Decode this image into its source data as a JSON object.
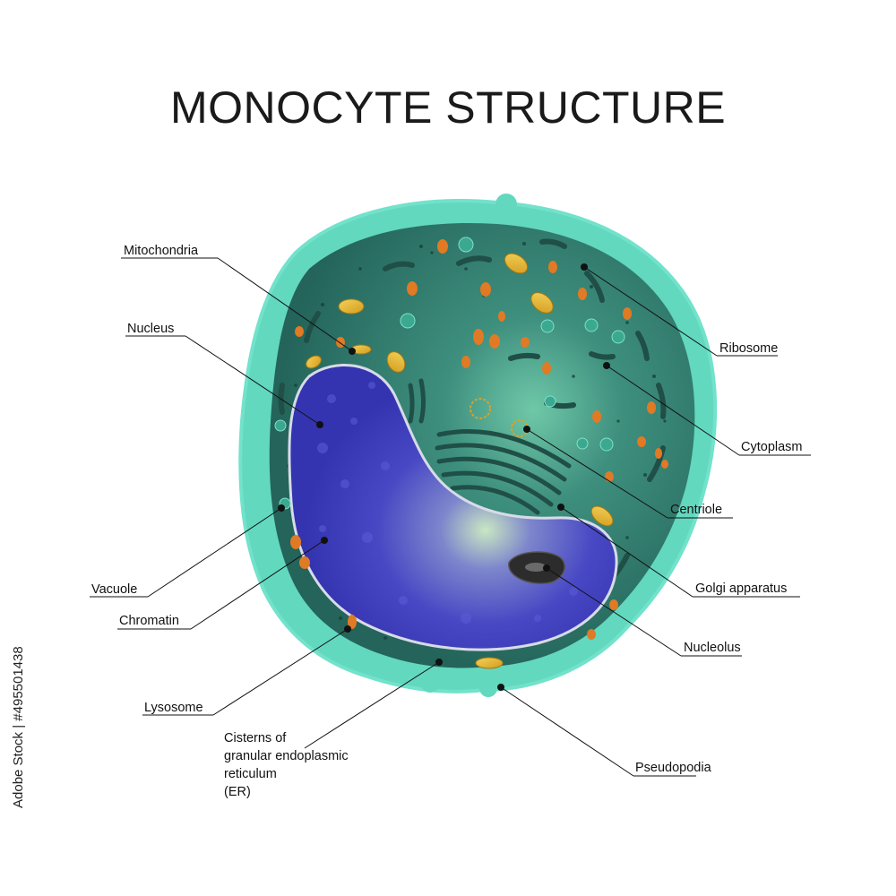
{
  "title": "MONOCYTE STRUCTURE",
  "labels": {
    "mitochondria": "Mitochondria",
    "nucleus": "Nucleus",
    "ribosome": "Ribosome",
    "cytoplasm": "Cytoplasm",
    "centriole": "Centriole",
    "golgi": "Golgi apparatus",
    "vacuole": "Vacuole",
    "chromatin": "Chromatin",
    "nucleolus": "Nucleolus",
    "lysosome": "Lysosome",
    "er_line1": "Cisterns of",
    "er_line2": "granular endoplasmic",
    "er_line3": "reticulum",
    "er_line4": "(ER)",
    "pseudopodia": "Pseudopodia"
  },
  "stock_id": "Adobe Stock | #495501438",
  "colors": {
    "membrane": "#5fd9bf",
    "cytoplasm": "#2f7d70",
    "nucleus": "#3f3fc0",
    "mitochondria": "#e6b82c",
    "lysosome": "#e07a24",
    "vacuole": "#3aa98f",
    "nucleolus": "#2c2c2c"
  }
}
